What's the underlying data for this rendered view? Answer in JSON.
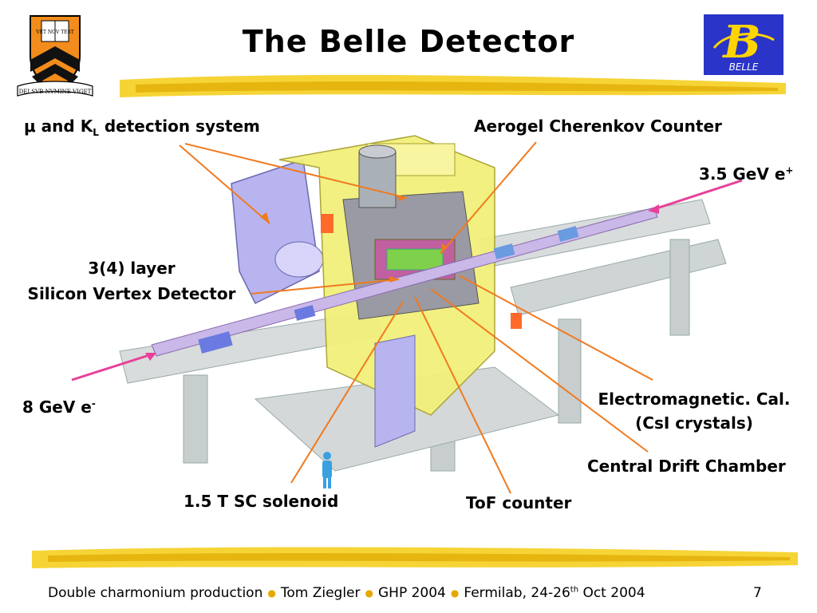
{
  "slide": {
    "title": "The Belle Detector",
    "page_number": "7"
  },
  "logos": {
    "left": {
      "name": "princeton-shield-logo",
      "ribbon_text": "DEI SVB NVMINE VIGET",
      "book_text": "VET NOV TEST"
    },
    "right": {
      "name": "belle-logo",
      "letter": "B",
      "text": "BELLE",
      "bg_color": "#2b34c8",
      "letter_color": "#ffd400"
    }
  },
  "labels": {
    "mu_kl": {
      "mu": "μ",
      "and_k": " and K",
      "sub": "L",
      "rest": " detection system"
    },
    "aerogel": "Aerogel Cherenkov Counter",
    "positron": {
      "text": "3.5 GeV e",
      "sup": "+"
    },
    "svd_line1": "3(4) layer",
    "svd_line2": "Silicon Vertex Detector",
    "electron": {
      "text": "8 GeV e",
      "sup": "-"
    },
    "ecal_line1": "Electromagnetic. Cal.",
    "ecal_line2": "(CsI crystals)",
    "cdc": "Central Drift Chamber",
    "solenoid": "1.5 T SC solenoid",
    "tof": "ToF counter"
  },
  "footer": {
    "part1": "Double charmonium production",
    "part2": "Tom Ziegler",
    "part3": "GHP 2004",
    "part4a": "Fermilab, 24-26",
    "part4sup": "th",
    "part4b": " Oct 2004"
  },
  "colors": {
    "arrow": "#f07a20",
    "beam_arrow": "#e8409a",
    "gold_stroke": "#f2c200",
    "yoke": "#f2f07a",
    "endcap": "#b8b4f0"
  }
}
